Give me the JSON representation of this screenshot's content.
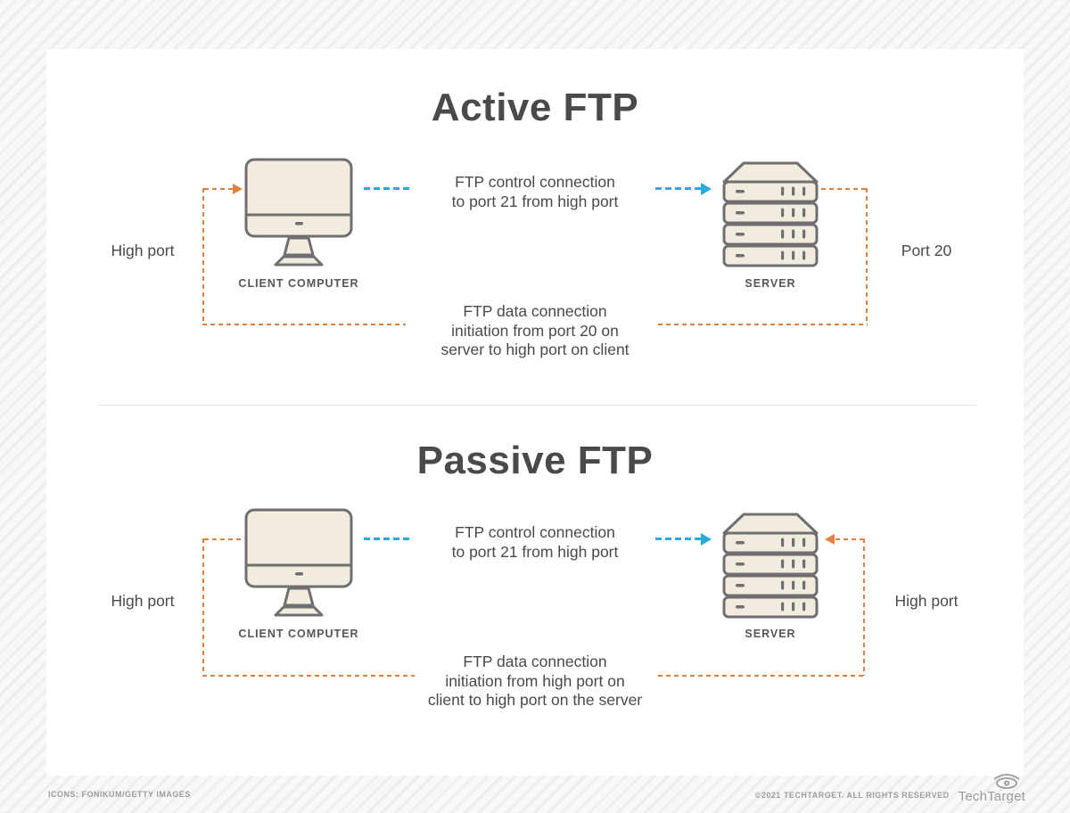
{
  "colors": {
    "orange": "#E2813B",
    "blue": "#2AA9DE",
    "text_dark": "#4A4A4D",
    "label_gray": "#55565A",
    "icon_fill": "#F1ECDD",
    "icon_stroke": "#6F6F71",
    "footer_gray": "#9C9C9C"
  },
  "icons": {
    "client": "desktop-computer-icon",
    "server": "server-stack-icon",
    "brand": "techtarget-eye-icon"
  },
  "sections": [
    {
      "title": "Active FTP",
      "client_label": "CLIENT COMPUTER",
      "server_label": "SERVER",
      "left_port_label": "High port",
      "right_port_label": "Port 20",
      "control_line1": "FTP control connection",
      "control_line2": "to port 21 from high port",
      "data_line1": "FTP data connection",
      "data_line2": "initiation from port 20 on",
      "data_line3": "server to high port on client"
    },
    {
      "title": "Passive FTP",
      "client_label": "CLIENT COMPUTER",
      "server_label": "SERVER",
      "left_port_label": "High port",
      "right_port_label": "High port",
      "control_line1": "FTP control connection",
      "control_line2": "to port 21 from high port",
      "data_line1": "FTP data connection",
      "data_line2": "initiation from high port on",
      "data_line3": "client to high port on the server"
    }
  ],
  "footer": {
    "credits": "ICONS: FONIKUM/GETTY IMAGES",
    "copyright": "©2021 TECHTARGET. ALL RIGHTS RESERVED",
    "brand": "TechTarget"
  }
}
